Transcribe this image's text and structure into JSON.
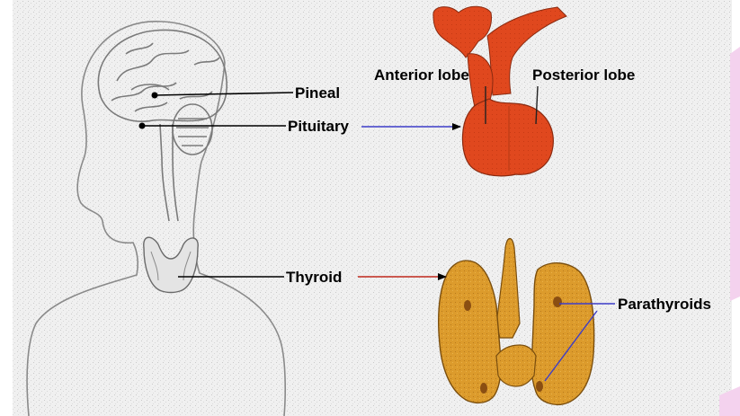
{
  "labels": {
    "pineal": "Pineal",
    "pituitary": "Pituitary",
    "anterior_lobe": "Anterior lobe",
    "posterior_lobe": "Posterior lobe",
    "thyroid": "Thyroid",
    "parathyroids": "Parathyroids"
  },
  "colors": {
    "background": "#ffffff",
    "speckle_panel": "#ededed",
    "pink_tint": "#f4d2ee",
    "pituitary_fill": "#e0481e",
    "thyroid_fill": "#dc9b2c",
    "outline": "#7f7f7f",
    "pointer_red": "#c0281c",
    "pointer_blue": "#3c3cc8"
  }
}
